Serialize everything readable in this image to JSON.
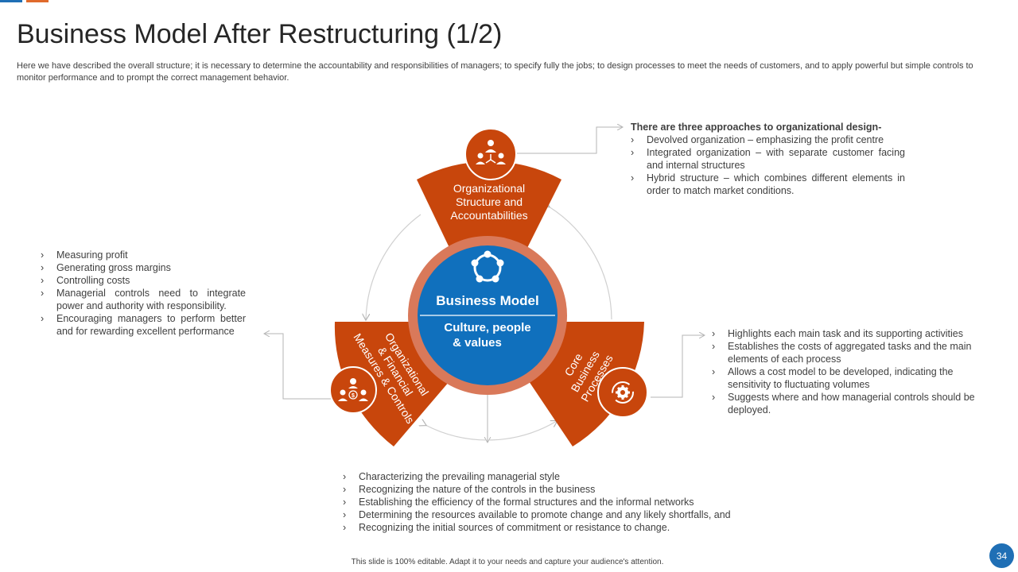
{
  "title": "Business Model After Restructuring (1/2)",
  "subtitle": "Here we have described the overall structure; it is necessary to determine the accountability and responsibilities of managers; to specify fully the jobs; to design processes to meet the needs of customers, and to apply powerful but simple controls to monitor performance and to prompt the correct management behavior.",
  "colors": {
    "accent_orange": "#c8460c",
    "accent_blue": "#1070bd",
    "ring": "#d9795a"
  },
  "center": {
    "title": "Business Model",
    "line1": "Culture, people",
    "line2": "& values"
  },
  "segments": {
    "top": {
      "line1": "Organizational",
      "line2": "Structure and",
      "line3": "Accountabilities",
      "icon": "people-network-icon"
    },
    "left": {
      "line1": "Organizational",
      "line2": "& Financial",
      "line3": "Measures & Controls",
      "icon": "finance-team-icon"
    },
    "right": {
      "line1": "Core",
      "line2": "Business",
      "line3": "Processes",
      "icon": "gear-cycle-icon"
    }
  },
  "top_right": {
    "heading": "There are three approaches to organizational design-",
    "items": [
      "Devolved organization – emphasizing the profit centre",
      "Integrated organization – with separate customer facing and internal structures",
      "Hybrid structure – which combines different elements in order to match market conditions."
    ]
  },
  "left_block": {
    "items": [
      "Measuring profit",
      "Generating gross margins",
      "Controlling costs",
      "Managerial controls need to integrate power and authority with responsibility.",
      "Encouraging managers to perform better and for rewarding excellent performance"
    ]
  },
  "right_block": {
    "items": [
      "Highlights each main task and its supporting activities",
      "Establishes the costs of aggregated tasks and the main elements of each process",
      "Allows a cost model to be developed, indicating the sensitivity to fluctuating volumes",
      "Suggests where and how managerial controls should be deployed."
    ]
  },
  "bottom_block": {
    "items": [
      "Characterizing the prevailing managerial style",
      "Recognizing the nature of the controls in the business",
      "Establishing the efficiency of the formal structures and the informal networks",
      "Determining the resources available to promote change and any likely shortfalls, and",
      "Recognizing the initial sources of commitment or resistance to change."
    ]
  },
  "footer": "This slide is 100% editable. Adapt it to your needs and capture your audience's attention.",
  "page_number": "34"
}
